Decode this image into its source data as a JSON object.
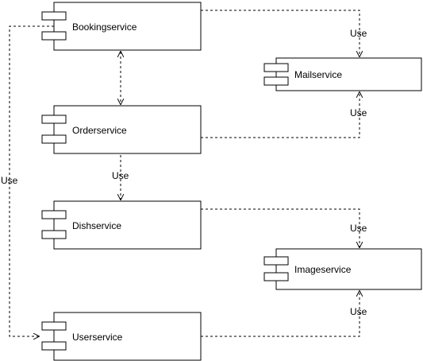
{
  "components": {
    "booking": "Bookingservice",
    "order": "Orderservice",
    "dish": "Dishservice",
    "user": "Userservice",
    "mail": "Mailservice",
    "image": "Imageservice"
  },
  "dependency_label": "Use",
  "dependencies": [
    {
      "from": "Bookingservice",
      "to": "Mailservice",
      "label": "Use"
    },
    {
      "from": "Orderservice",
      "to": "Mailservice",
      "label": "Use"
    },
    {
      "from": "Bookingservice",
      "to": "Orderservice",
      "label": ""
    },
    {
      "from": "Orderservice",
      "to": "Dishservice",
      "label": "Use"
    },
    {
      "from": "Dishservice",
      "to": "Imageservice",
      "label": "Use"
    },
    {
      "from": "Userservice",
      "to": "Imageservice",
      "label": "Use"
    },
    {
      "from": "Bookingservice",
      "to": "Userservice",
      "label": "Use"
    }
  ]
}
